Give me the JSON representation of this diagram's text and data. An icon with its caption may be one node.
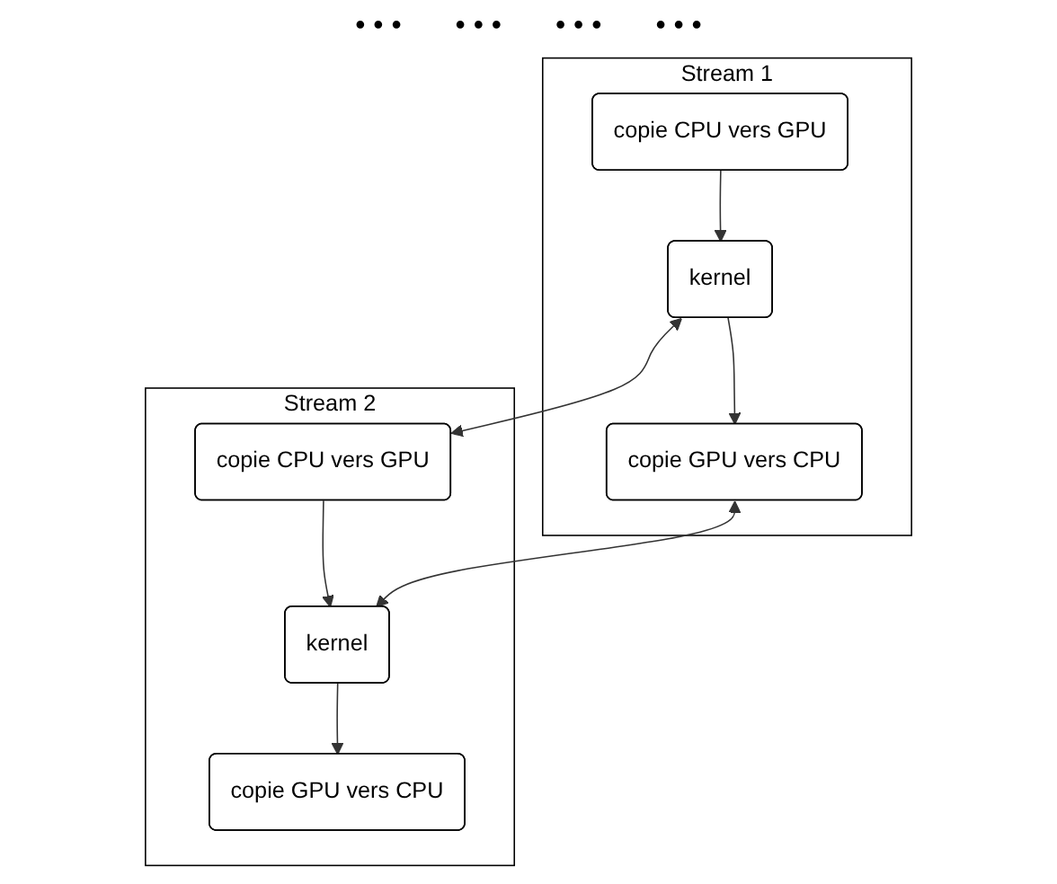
{
  "diagram": {
    "nodes": [
      {
        "text": [
          "Stream 1"
        ]
      },
      {
        "text": [
          "copie CPU vers GPU"
        ],
        "in": 0
      },
      {
        "text": [
          "kernel"
        ],
        "in": 0
      },
      {
        "text": [
          "copie GPU vers CPU"
        ],
        "in": 0
      },
      {
        "text": [
          "Stream 2"
        ]
      },
      {
        "text": [
          "copie CPU vers GPU"
        ],
        "in": 4
      },
      {
        "text": [
          "kernel"
        ],
        "in": 4
      },
      {
        "text": [
          "copie GPU vers CPU"
        ],
        "in": 4
      }
    ],
    "edges": [
      {
        "from": 1,
        "to": 2,
        "arrow": "to"
      },
      {
        "from": 2,
        "to": 3,
        "arrow": "to"
      },
      {
        "from": 5,
        "to": 6,
        "arrow": "to"
      },
      {
        "from": 6,
        "to": 7,
        "arrow": "to"
      },
      {
        "from": 2,
        "to": 5,
        "arrow": "both"
      },
      {
        "from": 3,
        "to": 6,
        "arrow": "both"
      }
    ],
    "labels": [
      "• • •",
      "• • •",
      "• • •",
      "• • •"
    ]
  }
}
